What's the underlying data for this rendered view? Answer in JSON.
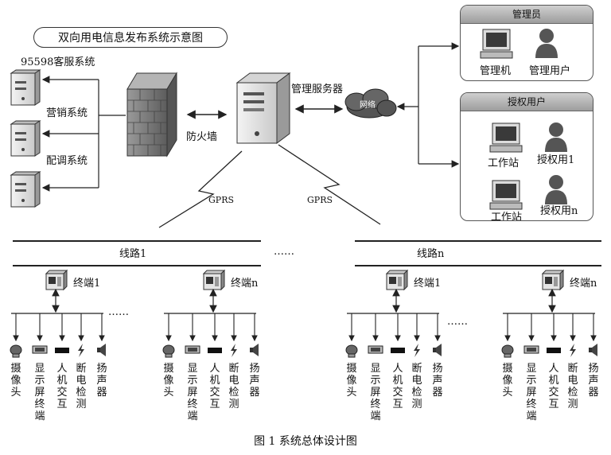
{
  "title": "双向用电信息发布系统示意图",
  "left_systems": {
    "kefu": "95598客服系统",
    "yingxiao": "营销系统",
    "peidiao": "配调系统"
  },
  "firewall_label": "防火墙",
  "server_label": "管理服务器",
  "network_label": "网络",
  "gprs_label": "GPRS",
  "admin_panel": {
    "header": "管理员",
    "items": [
      "管理机",
      "管理用户"
    ]
  },
  "auth_panel": {
    "header": "授权用户",
    "items": [
      "工作站",
      "授权用1",
      "工作站",
      "授权用n"
    ]
  },
  "lines": [
    "线路1",
    "线路n"
  ],
  "terminals": [
    "终端1",
    "终端n",
    "终端1",
    "终端n"
  ],
  "ellipsis": "……",
  "devices": [
    "摄像头",
    "显示屏终端",
    "人机交互",
    "断电检测",
    "扬声器"
  ],
  "caption": "图 1    系统总体设计图",
  "colors": {
    "line": "#222222",
    "server_body": "#e6e6e6",
    "firewall": "#8a8a8a"
  }
}
